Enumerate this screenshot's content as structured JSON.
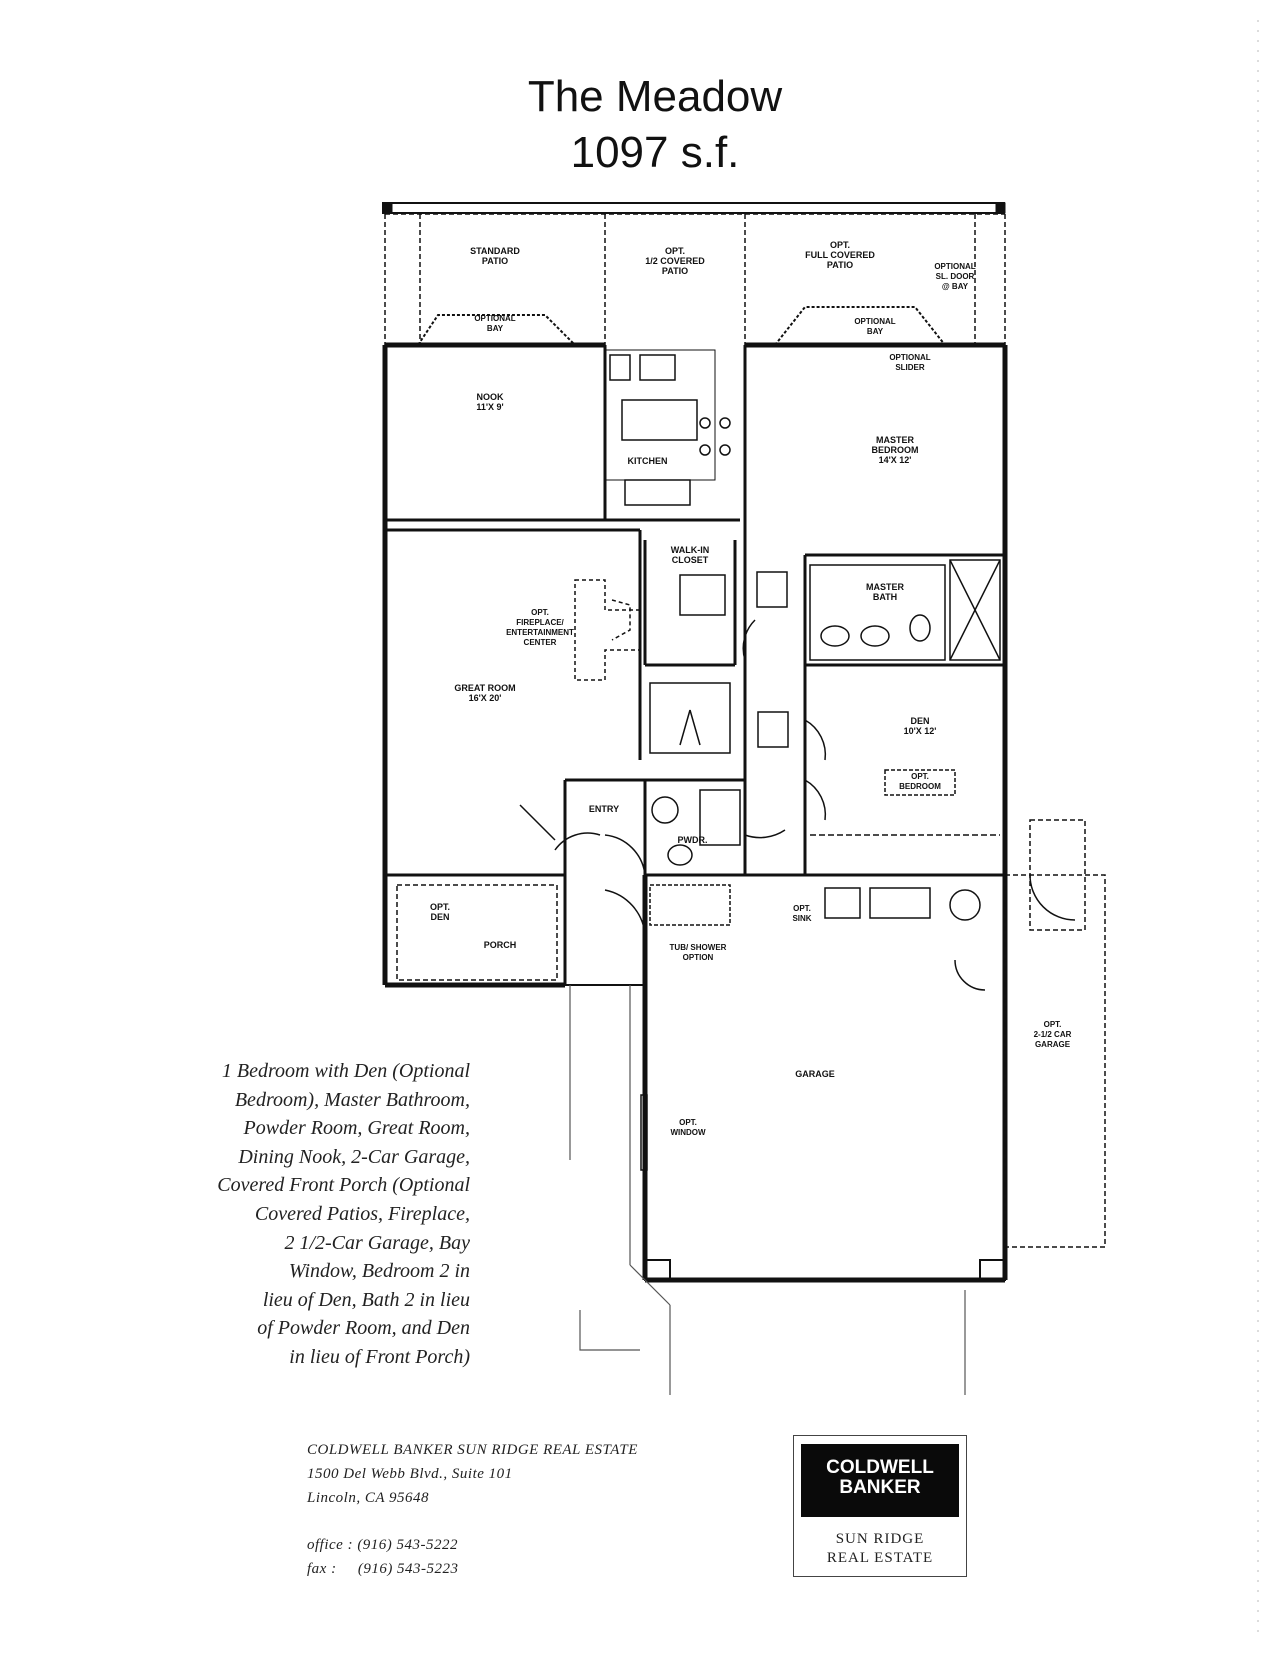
{
  "header": {
    "title": "The Meadow",
    "area": "1097 s.f."
  },
  "rooms": {
    "standard_patio": "STANDARD\nPATIO",
    "covered_patio_half": "OPT.\n1/2 COVERED\nPATIO",
    "full_covered_patio": "OPT.\nFULL COVERED\nPATIO",
    "optional_bay_left": "OPTIONAL\nBAY",
    "optional_bay_right": "OPTIONAL\nBAY",
    "optional_sl_door": "OPTIONAL\nSL. DOOR\n@ BAY",
    "optional_slider": "OPTIONAL\nSLIDER",
    "nook": "NOOK\n11'X 9'",
    "kitchen": "KITCHEN",
    "master_bedroom": "MASTER\nBEDROOM\n14'X 12'",
    "walk_in_closet": "WALK-IN\nCLOSET",
    "master_bath": "MASTER\nBATH",
    "fireplace": "OPT.\nFIREPLACE/\nENTERTAINMENT\nCENTER",
    "great_room": "GREAT ROOM\n16'X 20'",
    "den": "DEN\n10'X 12'",
    "den_opt": "OPT.\nBEDROOM",
    "entry": "ENTRY",
    "powder": "PWDR.",
    "opt_porch": "OPT.\nDEN",
    "porch": "PORCH",
    "tub_shower": "TUB/ SHOWER\nOPTION",
    "opt_sink": "OPT.\nSINK",
    "garage": "GARAGE",
    "opt_window": "OPT.\nWINDOW",
    "opt_garage_ext": "OPT.\n2-1/2 CAR\nGARAGE"
  },
  "description": [
    "1 Bedroom with Den (Optional",
    "Bedroom), Master Bathroom,",
    "Powder Room, Great Room,",
    "Dining Nook, 2-Car Garage,",
    "Covered Front Porch (Optional",
    "Covered Patios, Fireplace,",
    "2 1/2-Car Garage, Bay",
    "Window, Bedroom 2 in",
    "lieu of Den, Bath 2 in lieu",
    "of Powder Room, and Den",
    "in lieu of Front Porch)"
  ],
  "contact": {
    "company": "COLDWELL BANKER SUN RIDGE REAL ESTATE",
    "address1": "1500 Del Webb Blvd., Suite 101",
    "address2": "Lincoln, CA 95648",
    "office": "office : (916) 543-5222",
    "fax": "fax :     (916) 543-5223"
  },
  "logo": {
    "line1": "COLDWELL",
    "line2": "BANKER",
    "sub1": "SUN RIDGE",
    "sub2": "REAL ESTATE"
  }
}
